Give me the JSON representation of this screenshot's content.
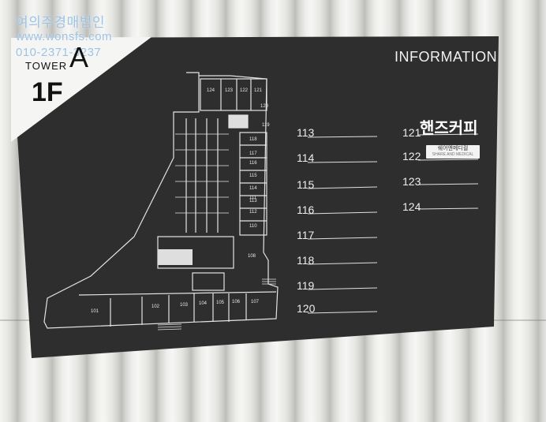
{
  "watermark": {
    "line1": "여의주경매법인",
    "line2": "www.wonsfs.com",
    "line3": "010-2371-3237"
  },
  "sign": {
    "tower_label": "TOWER",
    "tower_letter": "A",
    "floor": "1F",
    "info_title": "INFORMATION",
    "left_rooms": [
      "113",
      "114",
      "115",
      "116",
      "117",
      "118",
      "119",
      "120"
    ],
    "right_rooms": [
      "121",
      "122",
      "123",
      "124"
    ],
    "tenant_121": "핸즈커피",
    "tenant_122": "쉐어앤메디컬",
    "tenant_122_sub": "SHARE AND MEDICAL"
  },
  "map_labels": {
    "r101": "101",
    "r102": "102",
    "r103": "103",
    "r104": "104",
    "r105": "105",
    "r106": "106",
    "r107": "107",
    "r108": "108",
    "r110": "110",
    "r111": "111",
    "r112": "112",
    "r113": "113",
    "r114": "114",
    "r115": "115",
    "r116": "116",
    "r117": "117",
    "r118": "118",
    "r119": "119",
    "r120": "120",
    "r121": "121",
    "r122": "122",
    "r123": "123",
    "r124": "124"
  },
  "colors": {
    "board": "#2d2d2e",
    "lines": "#e8e8e8",
    "watermark": "#9cc3e6"
  }
}
